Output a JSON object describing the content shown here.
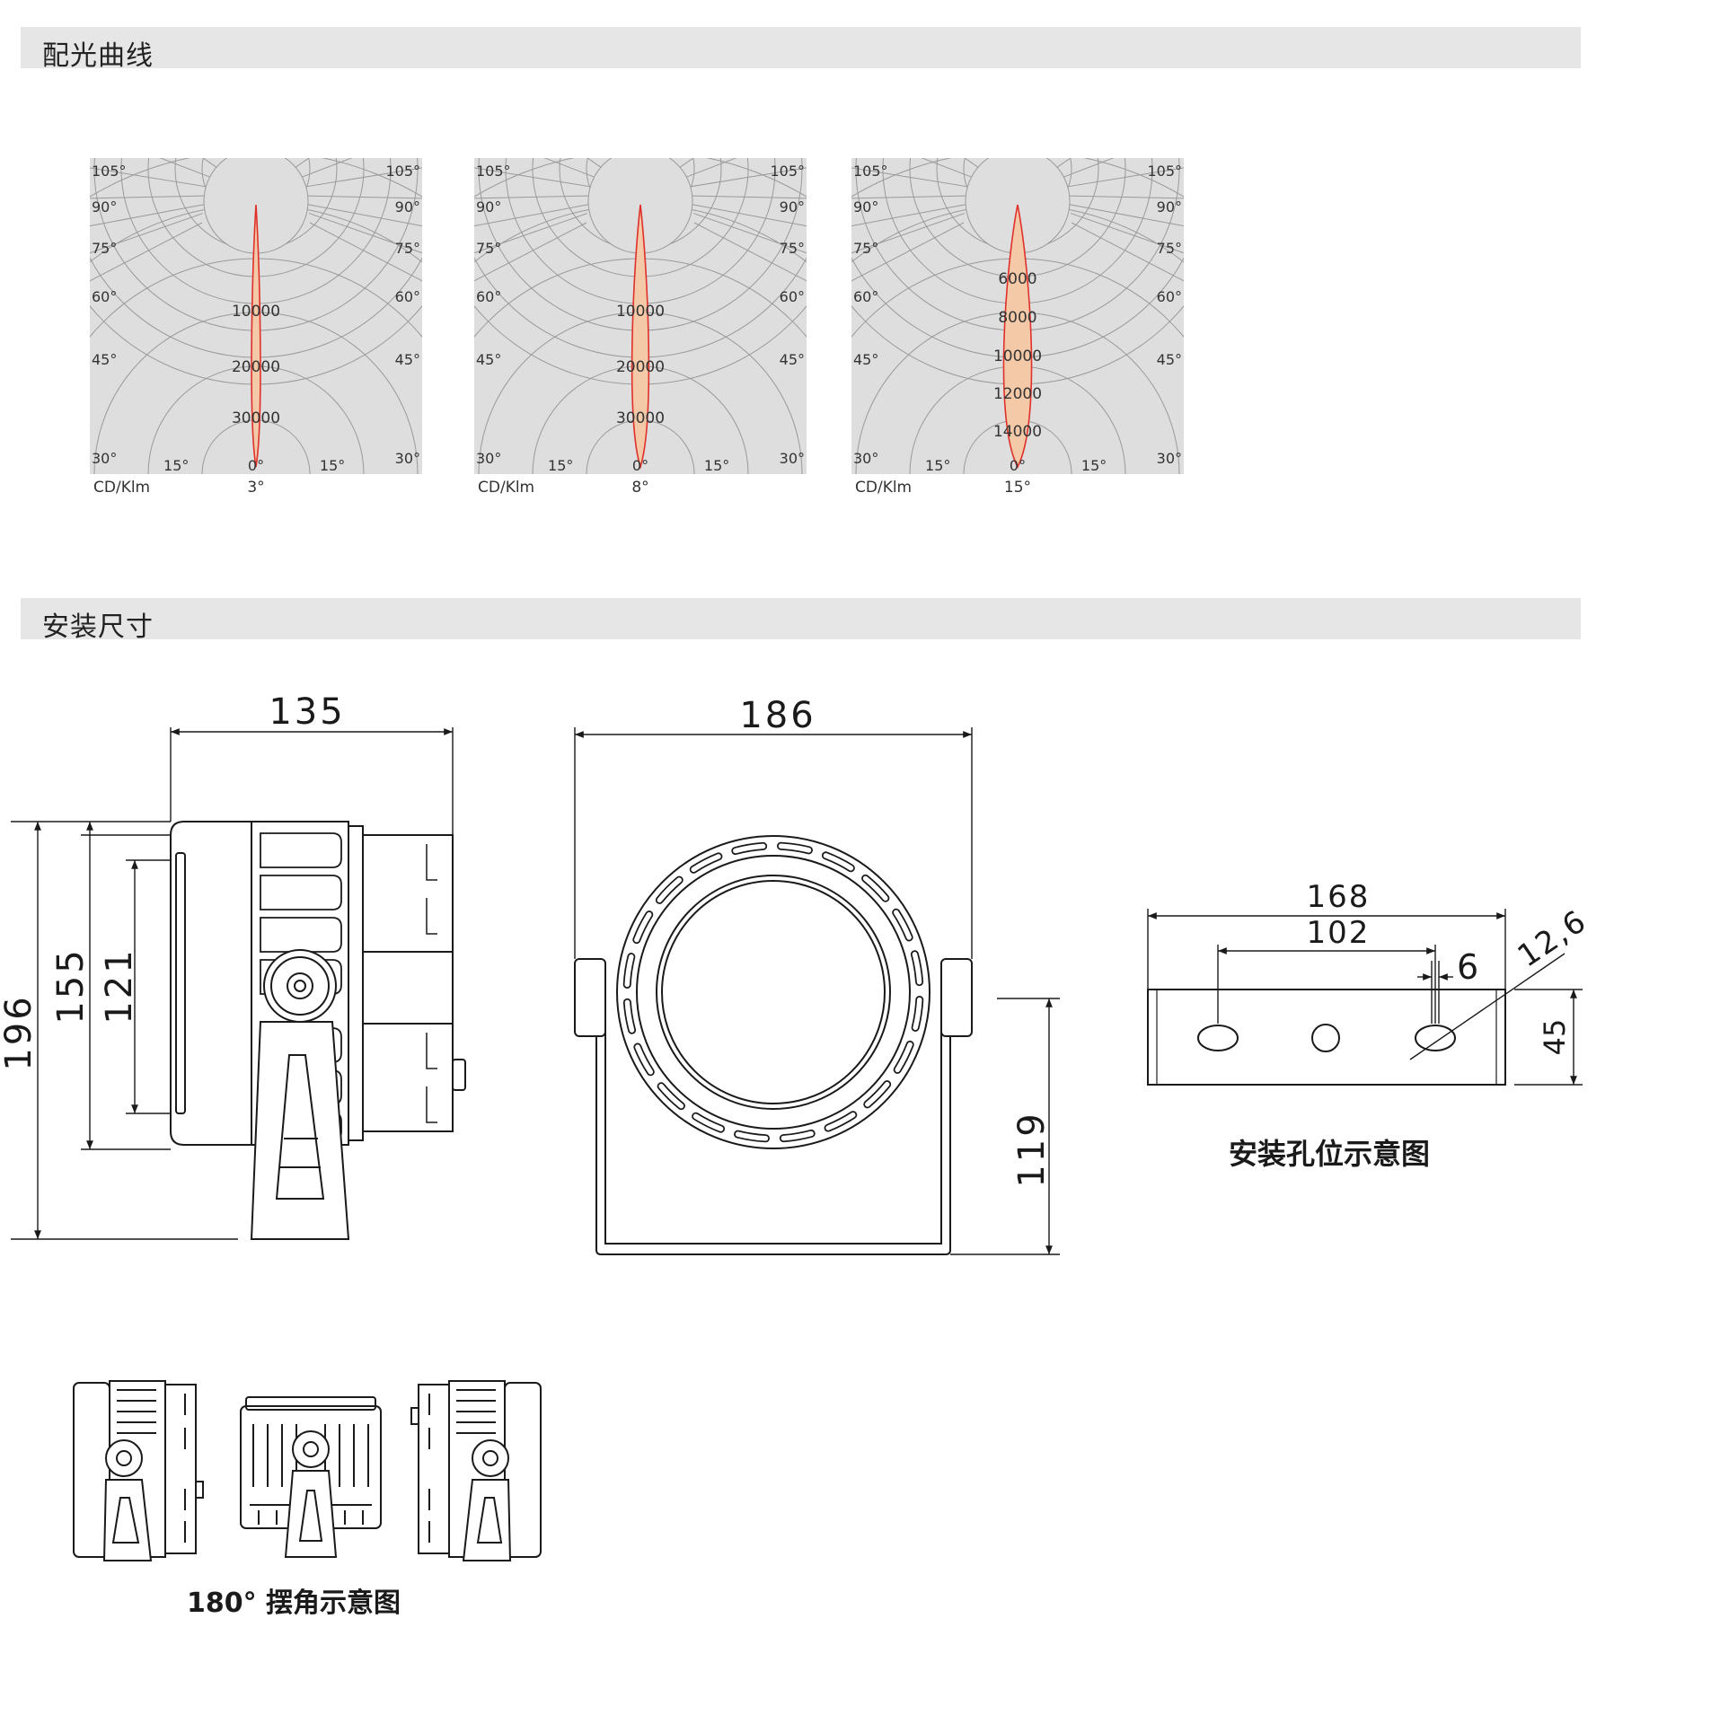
{
  "sections": {
    "photometry": {
      "title": "配光曲线"
    },
    "installation": {
      "title": "安装尺寸"
    }
  },
  "polar_charts": [
    {
      "beam_label": "3°",
      "unit_label": "CD/Klm",
      "angle_labels": [
        "105°",
        "90°",
        "75°",
        "60°",
        "45°",
        "30°",
        "15°",
        "0°"
      ],
      "intensity_labels": [
        "10000",
        "20000",
        "30000"
      ],
      "beam_width": 3
    },
    {
      "beam_label": "8°",
      "unit_label": "CD/Klm",
      "angle_labels": [
        "105°",
        "90°",
        "75°",
        "60°",
        "45°",
        "30°",
        "15°",
        "0°"
      ],
      "intensity_labels": [
        "10000",
        "20000",
        "30000"
      ],
      "beam_width": 8
    },
    {
      "beam_label": "15°",
      "unit_label": "CD/Klm",
      "angle_labels": [
        "105°",
        "90°",
        "75°",
        "60°",
        "45°",
        "30°",
        "15°",
        "0°"
      ],
      "intensity_labels": [
        "6000",
        "8000",
        "10000",
        "12000",
        "14000"
      ],
      "beam_width": 15
    }
  ],
  "dimensions": {
    "side_width": "135",
    "side_height_total": "196",
    "side_height_body": "155",
    "side_height_inner": "121",
    "front_width": "186",
    "front_height": "119",
    "bracket_total": "168",
    "bracket_spacing": "102",
    "slot_width": "6",
    "slot_length": "12,6",
    "bracket_height": "45"
  },
  "captions": {
    "bracket": "安装孔位示意图",
    "swing": "180° 摆角示意图"
  },
  "colors": {
    "polar_bg": "#dedede",
    "beam_fill": "#f3c9a8",
    "beam_stroke": "#e0302a",
    "line": "#1a1a1a"
  }
}
